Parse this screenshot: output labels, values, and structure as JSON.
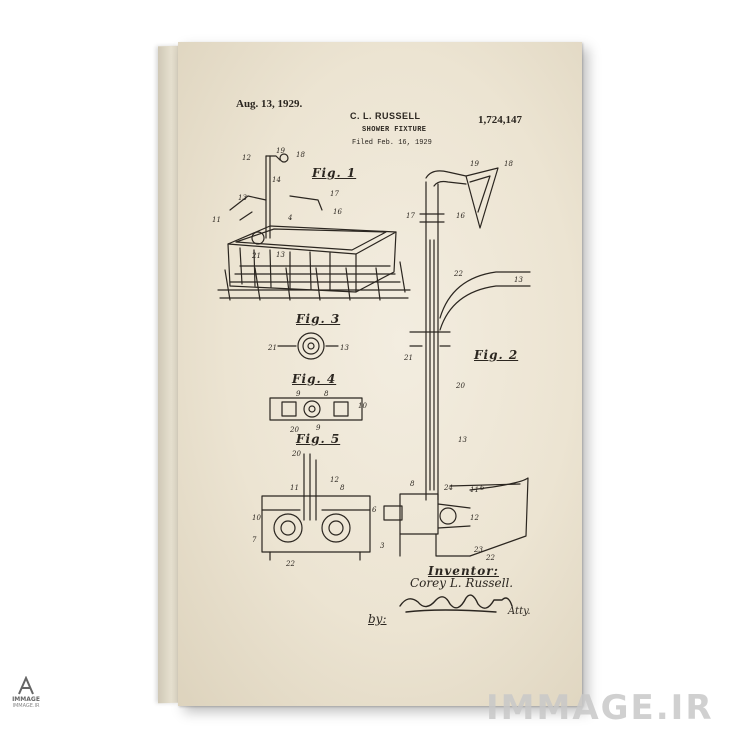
{
  "patent": {
    "date": "Aug. 13, 1929.",
    "inventor": "C. L. RUSSELL",
    "title": "SHOWER FIXTURE",
    "filed": "Filed Feb. 16, 1929",
    "number": "1,724,147"
  },
  "figures": {
    "fig1": "Fig. 1",
    "fig2": "Fig. 2",
    "fig3": "Fig. 3",
    "fig4": "Fig. 4",
    "fig5": "Fig. 5"
  },
  "signature": {
    "label": "Inventor:",
    "inventor_name": "Corey L. Russell.",
    "by": "by:",
    "attorney_suffix": "Atty."
  },
  "watermark": "IMMAGE.IR",
  "logo": {
    "name": "IMMAGE",
    "site": "IMMAGE.IR"
  },
  "colors": {
    "canvas": "#ece4d2",
    "ink": "#2b2620",
    "watermark": "#c8c8c8"
  }
}
